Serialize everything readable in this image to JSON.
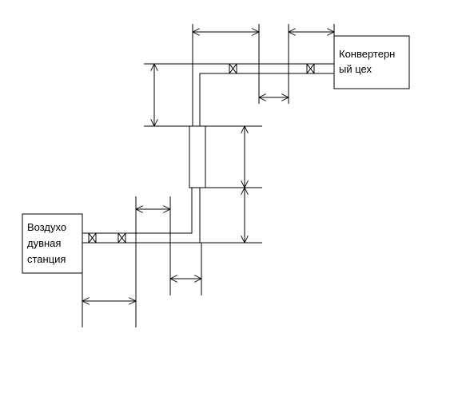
{
  "converter_shop": {
    "line1": "Конвертерн",
    "line2": "ый цех"
  },
  "blower_station": {
    "line1": "Воздухо",
    "line2": "дувная",
    "line3": "станция"
  },
  "colors": {
    "line": "#000000",
    "background": "#ffffff"
  }
}
